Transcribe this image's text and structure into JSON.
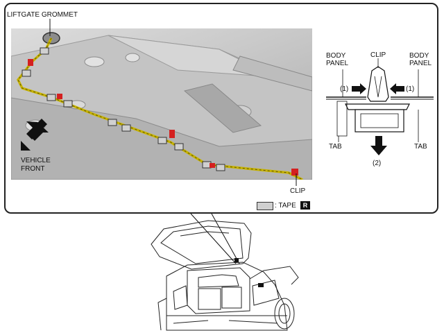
{
  "labels": {
    "liftgate_grommet": "LIFTGATE GROMMET",
    "vehicle_front_1": "VEHICLE",
    "vehicle_front_2": "FRONT",
    "clip": "CLIP",
    "tape_legend": ": TAPE",
    "tape_symbol": "R"
  },
  "clip_detail": {
    "body_panel_left_1": "BODY",
    "body_panel_left_2": "PANEL",
    "clip": "CLIP",
    "body_panel_right_1": "BODY",
    "body_panel_right_2": "PANEL",
    "arrow_left_num": "(1)",
    "arrow_right_num": "(1)",
    "tab_left": "TAB",
    "tab_right": "TAB",
    "arrow_down_num": "(2)"
  },
  "colors": {
    "harness": "#c8b400",
    "clip_red": "#d42020",
    "tape_gray": "#d0d0d0"
  }
}
